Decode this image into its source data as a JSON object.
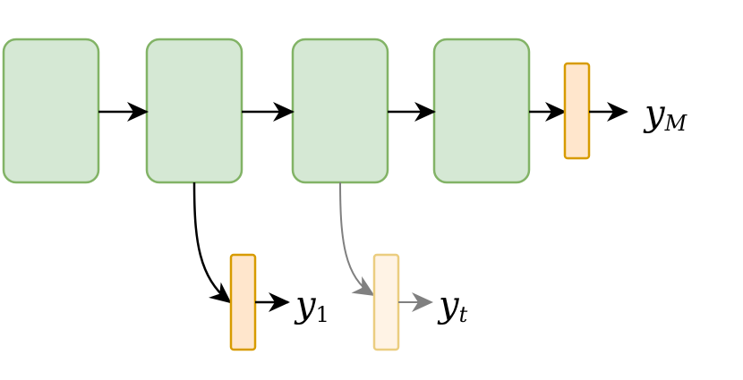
{
  "colors": {
    "block_fill": "#d5e8d4",
    "block_stroke": "#82b366",
    "head_fill": "#ffe6cc",
    "head_stroke": "#d79b00",
    "faded_head_fill": "#fff3e5",
    "faded_head_stroke": "#ebcd80",
    "arrow": "#000000",
    "faded_arrow": "#808080"
  },
  "labels": {
    "final_output": {
      "base": "y",
      "sub": "M"
    },
    "first_exit_output": {
      "base": "y",
      "sub": "1"
    },
    "t_exit_output": {
      "base": "y",
      "sub": "t"
    }
  }
}
